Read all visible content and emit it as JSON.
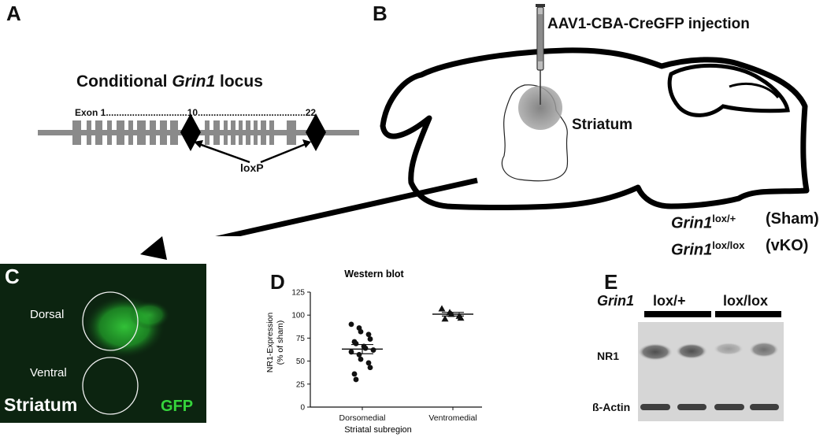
{
  "panels": {
    "a": {
      "letter": "A",
      "title_prefix": "Conditional ",
      "title_gene": "Grin1",
      "title_suffix": " locus",
      "exon_label": "Exon 1...............................10.........................................22",
      "loxp_label": "loxP"
    },
    "b": {
      "letter": "B",
      "injection_label": "AAV1-CBA-CreGFP injection",
      "region_label": "Striatum",
      "genotypes": [
        {
          "gene": "Grin1",
          "allele": "lox/+",
          "group": "(Sham)"
        },
        {
          "gene": "Grin1",
          "allele": "lox/lox",
          "group": "(vKO)"
        }
      ]
    },
    "c": {
      "letter": "C",
      "dorsal_label": "Dorsal",
      "ventral_label": "Ventral",
      "region_label": "Striatum",
      "marker_label": "GFP",
      "colors": {
        "background": "#0c2410",
        "gfp": "#35d43b"
      }
    },
    "d": {
      "letter": "D",
      "colors": {
        "marks": "#111111"
      }
    },
    "e": {
      "letter": "E",
      "gene": "Grin1",
      "lane_groups": [
        "lox/+",
        "lox/lox"
      ],
      "rows": [
        "NR1",
        "ß-Actin"
      ]
    }
  },
  "chart_data": {
    "type": "scatter",
    "title": "Western blot",
    "xlabel": "Striatal subregion",
    "ylabel": "NR1-Expression\n(% of sham)",
    "categories": [
      "Dorsomedial",
      "Ventromedial"
    ],
    "ylim": [
      0,
      125
    ],
    "yticks": [
      0,
      25,
      50,
      75,
      100,
      125
    ],
    "series": [
      {
        "category": "Dorsomedial",
        "marker": "circle",
        "values": [
          90,
          86,
          82,
          79,
          74,
          71,
          69,
          66,
          64,
          62,
          60,
          57,
          52,
          48,
          43,
          36,
          30
        ],
        "mean": 63,
        "sem": 5
      },
      {
        "category": "Ventromedial",
        "marker": "triangle",
        "values": [
          107,
          103,
          101,
          99,
          97,
          96
        ],
        "mean": 101,
        "sem": 2
      }
    ]
  }
}
